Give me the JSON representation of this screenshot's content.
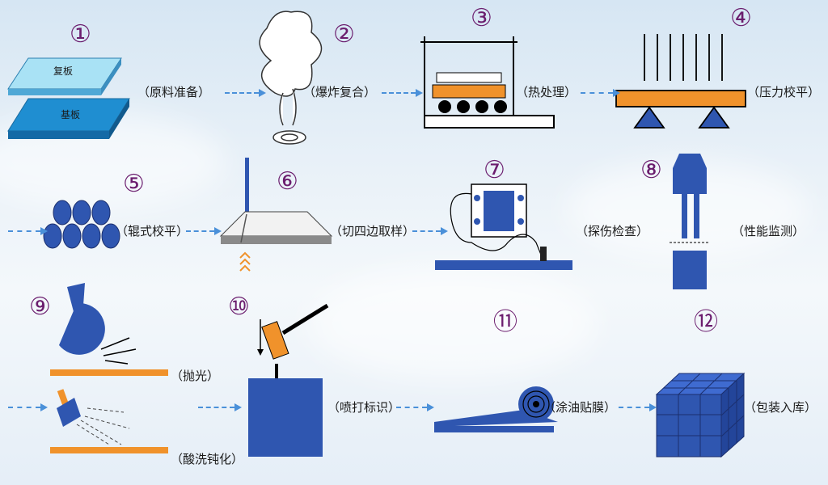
{
  "steps": {
    "s1": {
      "num": "①",
      "label": "（原料准备）",
      "plate_top": "复板",
      "plate_bottom": "基板"
    },
    "s2": {
      "num": "②",
      "label": "（爆炸复合）"
    },
    "s3": {
      "num": "③",
      "label": "（热处理）"
    },
    "s4": {
      "num": "④",
      "label": "（压力校平）"
    },
    "s5": {
      "num": "⑤",
      "label": "（辊式校平）"
    },
    "s6": {
      "num": "⑥",
      "label": "（切四边取样）"
    },
    "s7": {
      "num": "⑦",
      "label": "（探伤检查）"
    },
    "s8": {
      "num": "⑧",
      "label": "（性能监测）"
    },
    "s9": {
      "num": "⑨",
      "label_a": "（抛光）",
      "label_b": "（酸洗钝化）"
    },
    "s10": {
      "num": "⑩",
      "label": "（喷打标识）"
    },
    "s11": {
      "num": "⑪",
      "label": "（涂油贴膜）"
    },
    "s12": {
      "num": "⑫",
      "label": "（包装入库）"
    }
  },
  "colors": {
    "blue": "#2f56b0",
    "orange": "#f0922b",
    "arrow": "#4a90d9",
    "numeral": "#6b1d6e",
    "cyan": "#7fd0ee"
  }
}
